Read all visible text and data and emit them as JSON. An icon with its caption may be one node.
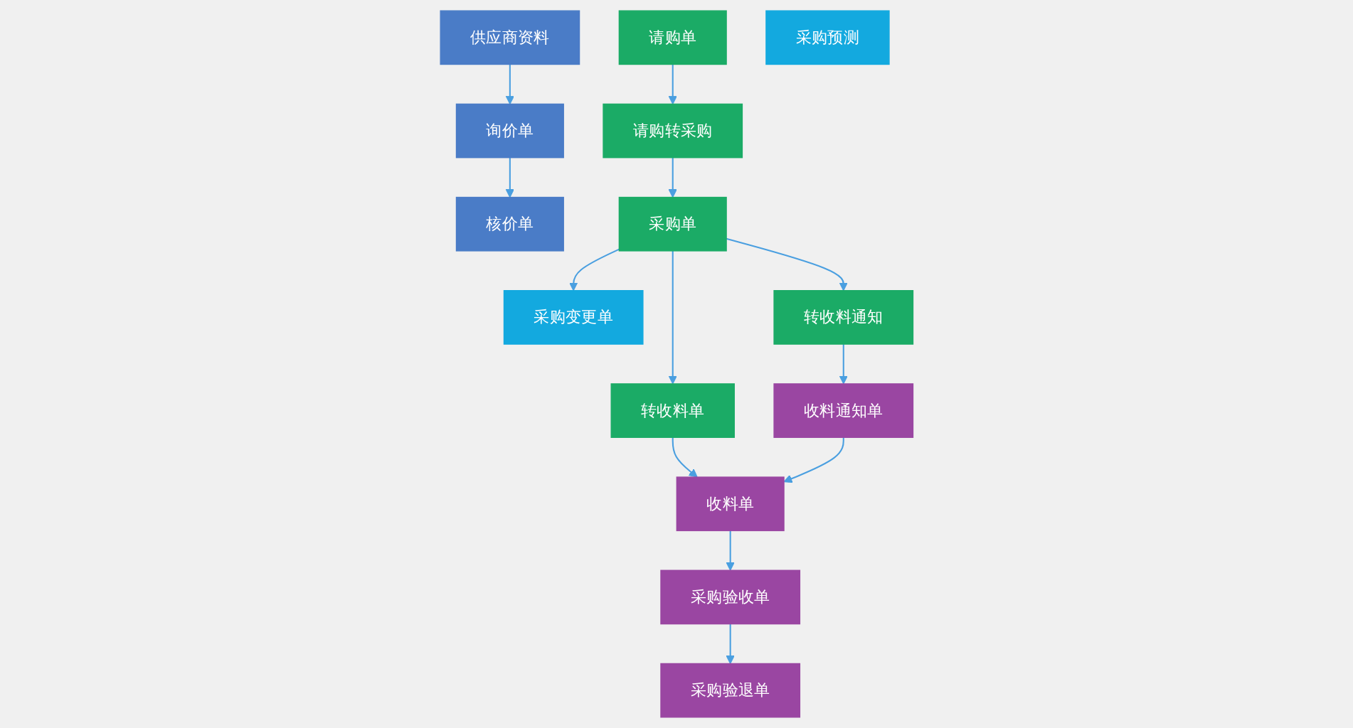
{
  "diagram": {
    "nodes": [
      {
        "text": [
          "供应商资料"
        ]
      },
      {
        "text": [
          "询价单"
        ]
      },
      {
        "text": [
          "核价单"
        ]
      },
      {
        "text": [
          "请购单"
        ]
      },
      {
        "text": [
          "请购转采购"
        ]
      },
      {
        "text": [
          "采购单"
        ]
      },
      {
        "text": [
          "采购预测"
        ]
      },
      {
        "text": [
          "采购变更单"
        ]
      },
      {
        "text": [
          "转收料通知"
        ]
      },
      {
        "text": [
          "转收料单"
        ]
      },
      {
        "text": [
          "收料通知单"
        ]
      },
      {
        "text": [
          "收料单"
        ]
      },
      {
        "text": [
          "采购验收单"
        ]
      },
      {
        "text": [
          "采购验退单"
        ]
      }
    ],
    "edges": [
      {
        "from": 0,
        "to": 1,
        "arrow": "to"
      },
      {
        "from": 1,
        "to": 2,
        "arrow": "to"
      },
      {
        "from": 3,
        "to": 4,
        "arrow": "to"
      },
      {
        "from": 4,
        "to": 5,
        "arrow": "to"
      },
      {
        "from": 5,
        "to": 7,
        "arrow": "to"
      },
      {
        "from": 5,
        "to": 8,
        "arrow": "to"
      },
      {
        "from": 5,
        "to": 9,
        "arrow": "to"
      },
      {
        "from": 8,
        "to": 10,
        "arrow": "to"
      },
      {
        "from": 9,
        "to": 11,
        "arrow": "to"
      },
      {
        "from": 10,
        "to": 11,
        "arrow": "to"
      },
      {
        "from": 11,
        "to": 12,
        "arrow": "to"
      },
      {
        "from": 12,
        "to": 13,
        "arrow": "to"
      }
    ]
  }
}
